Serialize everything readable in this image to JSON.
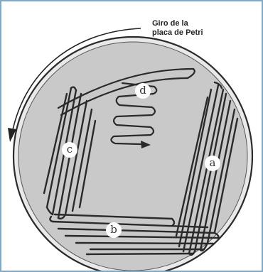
{
  "caption": {
    "line1": "Giro de la",
    "line2": "placa de Petri"
  },
  "zones": [
    {
      "id": "a",
      "label": "a"
    },
    {
      "id": "b",
      "label": "b"
    },
    {
      "id": "c",
      "label": "c"
    },
    {
      "id": "d",
      "label": "d"
    }
  ],
  "colors": {
    "plate_fill": "#c9c9c9",
    "plate_rim": "#2b2b2b",
    "streak": "#2a2a2a",
    "frame": "#7fa9c9"
  }
}
